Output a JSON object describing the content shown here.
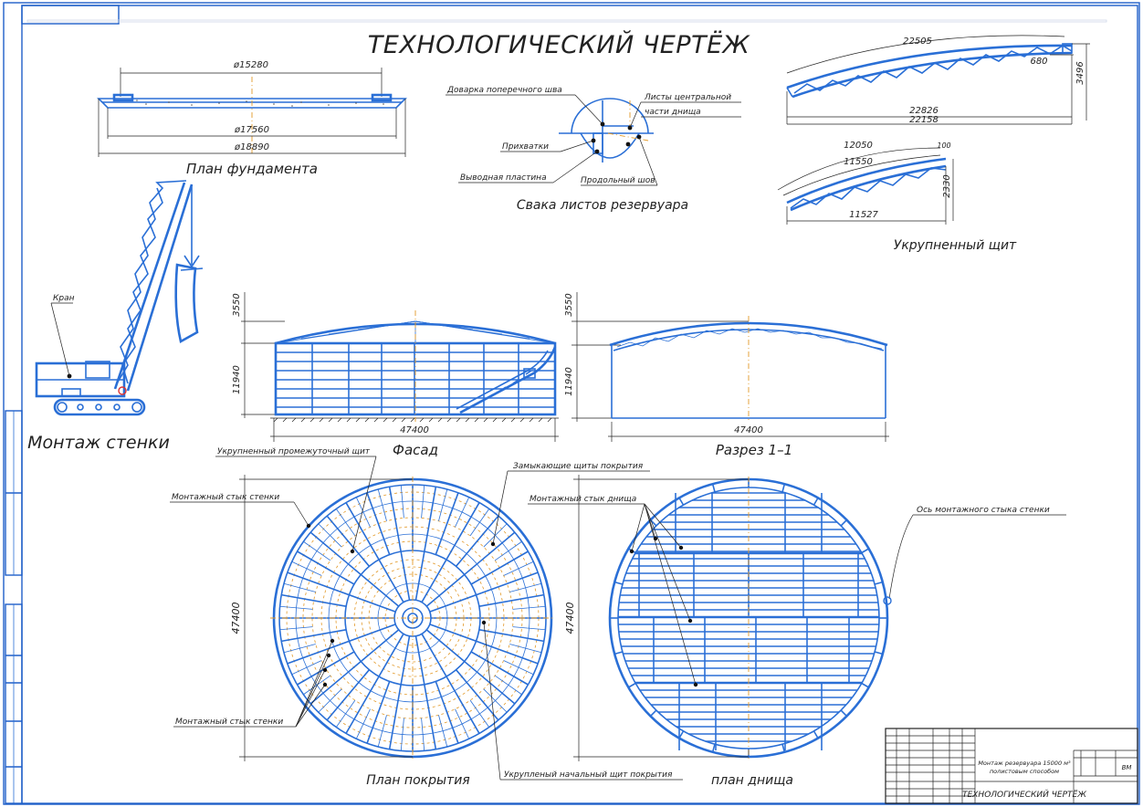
{
  "title": "ТЕХНОЛОГИЧЕСКИЙ ЧЕРТЁЖ",
  "colors": {
    "drawing": "#2a6fd6",
    "frame": "#1f5fc9",
    "axis": "#e39a2a",
    "text": "#222222"
  },
  "foundation": {
    "caption": "План фундамента",
    "dim_top": "ø15280",
    "dim_mid": "ø17560",
    "dim_bottom": "ø18890"
  },
  "welding": {
    "caption": "Свака листов резервуара",
    "labels": {
      "transverse": "Доварка поперечного шва",
      "sheets_line1": "Листы центральной",
      "sheets_line2": "части днища",
      "tacks": "Прихватки",
      "lead_plate": "Выводная пластина",
      "longitudinal": "Продольный шов"
    }
  },
  "panel": {
    "caption": "Укрупненный щит",
    "big": {
      "arc": "22505",
      "side": "680",
      "height": "3496",
      "chord1": "22826",
      "chord2": "22158"
    },
    "small": {
      "arc1": "12050",
      "arc2": "11550",
      "side": "100",
      "height": "2330",
      "chord": "11527"
    }
  },
  "crane": {
    "label": "Кран",
    "caption": "Монтаж стенки"
  },
  "facade": {
    "caption": "Фасад",
    "dim_roof": "3550",
    "dim_wall": "11940",
    "dim_width": "47400"
  },
  "section": {
    "caption": "Разрез 1–1",
    "dim_roof": "3550",
    "dim_wall": "11940",
    "dim_width": "47400"
  },
  "roof_plan": {
    "caption": "План покрытия",
    "dim": "47400",
    "labels": {
      "intermediate": "Укрупненный промежуточный щит",
      "joint_top": "Монтажный стык стенки",
      "closing": "Замыкающие щиты покрытия",
      "joint_bottom": "Монтажный стык стенки",
      "initial": "Укрупленый начальный щит покрытия"
    }
  },
  "bottom_plan": {
    "caption": "план днища",
    "dim": "47400",
    "labels": {
      "bottom_joint": "Монтажный стык днища",
      "wall_axis": "Ось монтажного стыка стенки"
    }
  },
  "title_block": {
    "description_line1": "Монтаж резервуара 15000 м³",
    "description_line2": "полистовым способом",
    "sheet_title": "ТЕХНОЛОГИЧЕСКИЙ ЧЕРТЁЖ",
    "code": "ВМ"
  }
}
